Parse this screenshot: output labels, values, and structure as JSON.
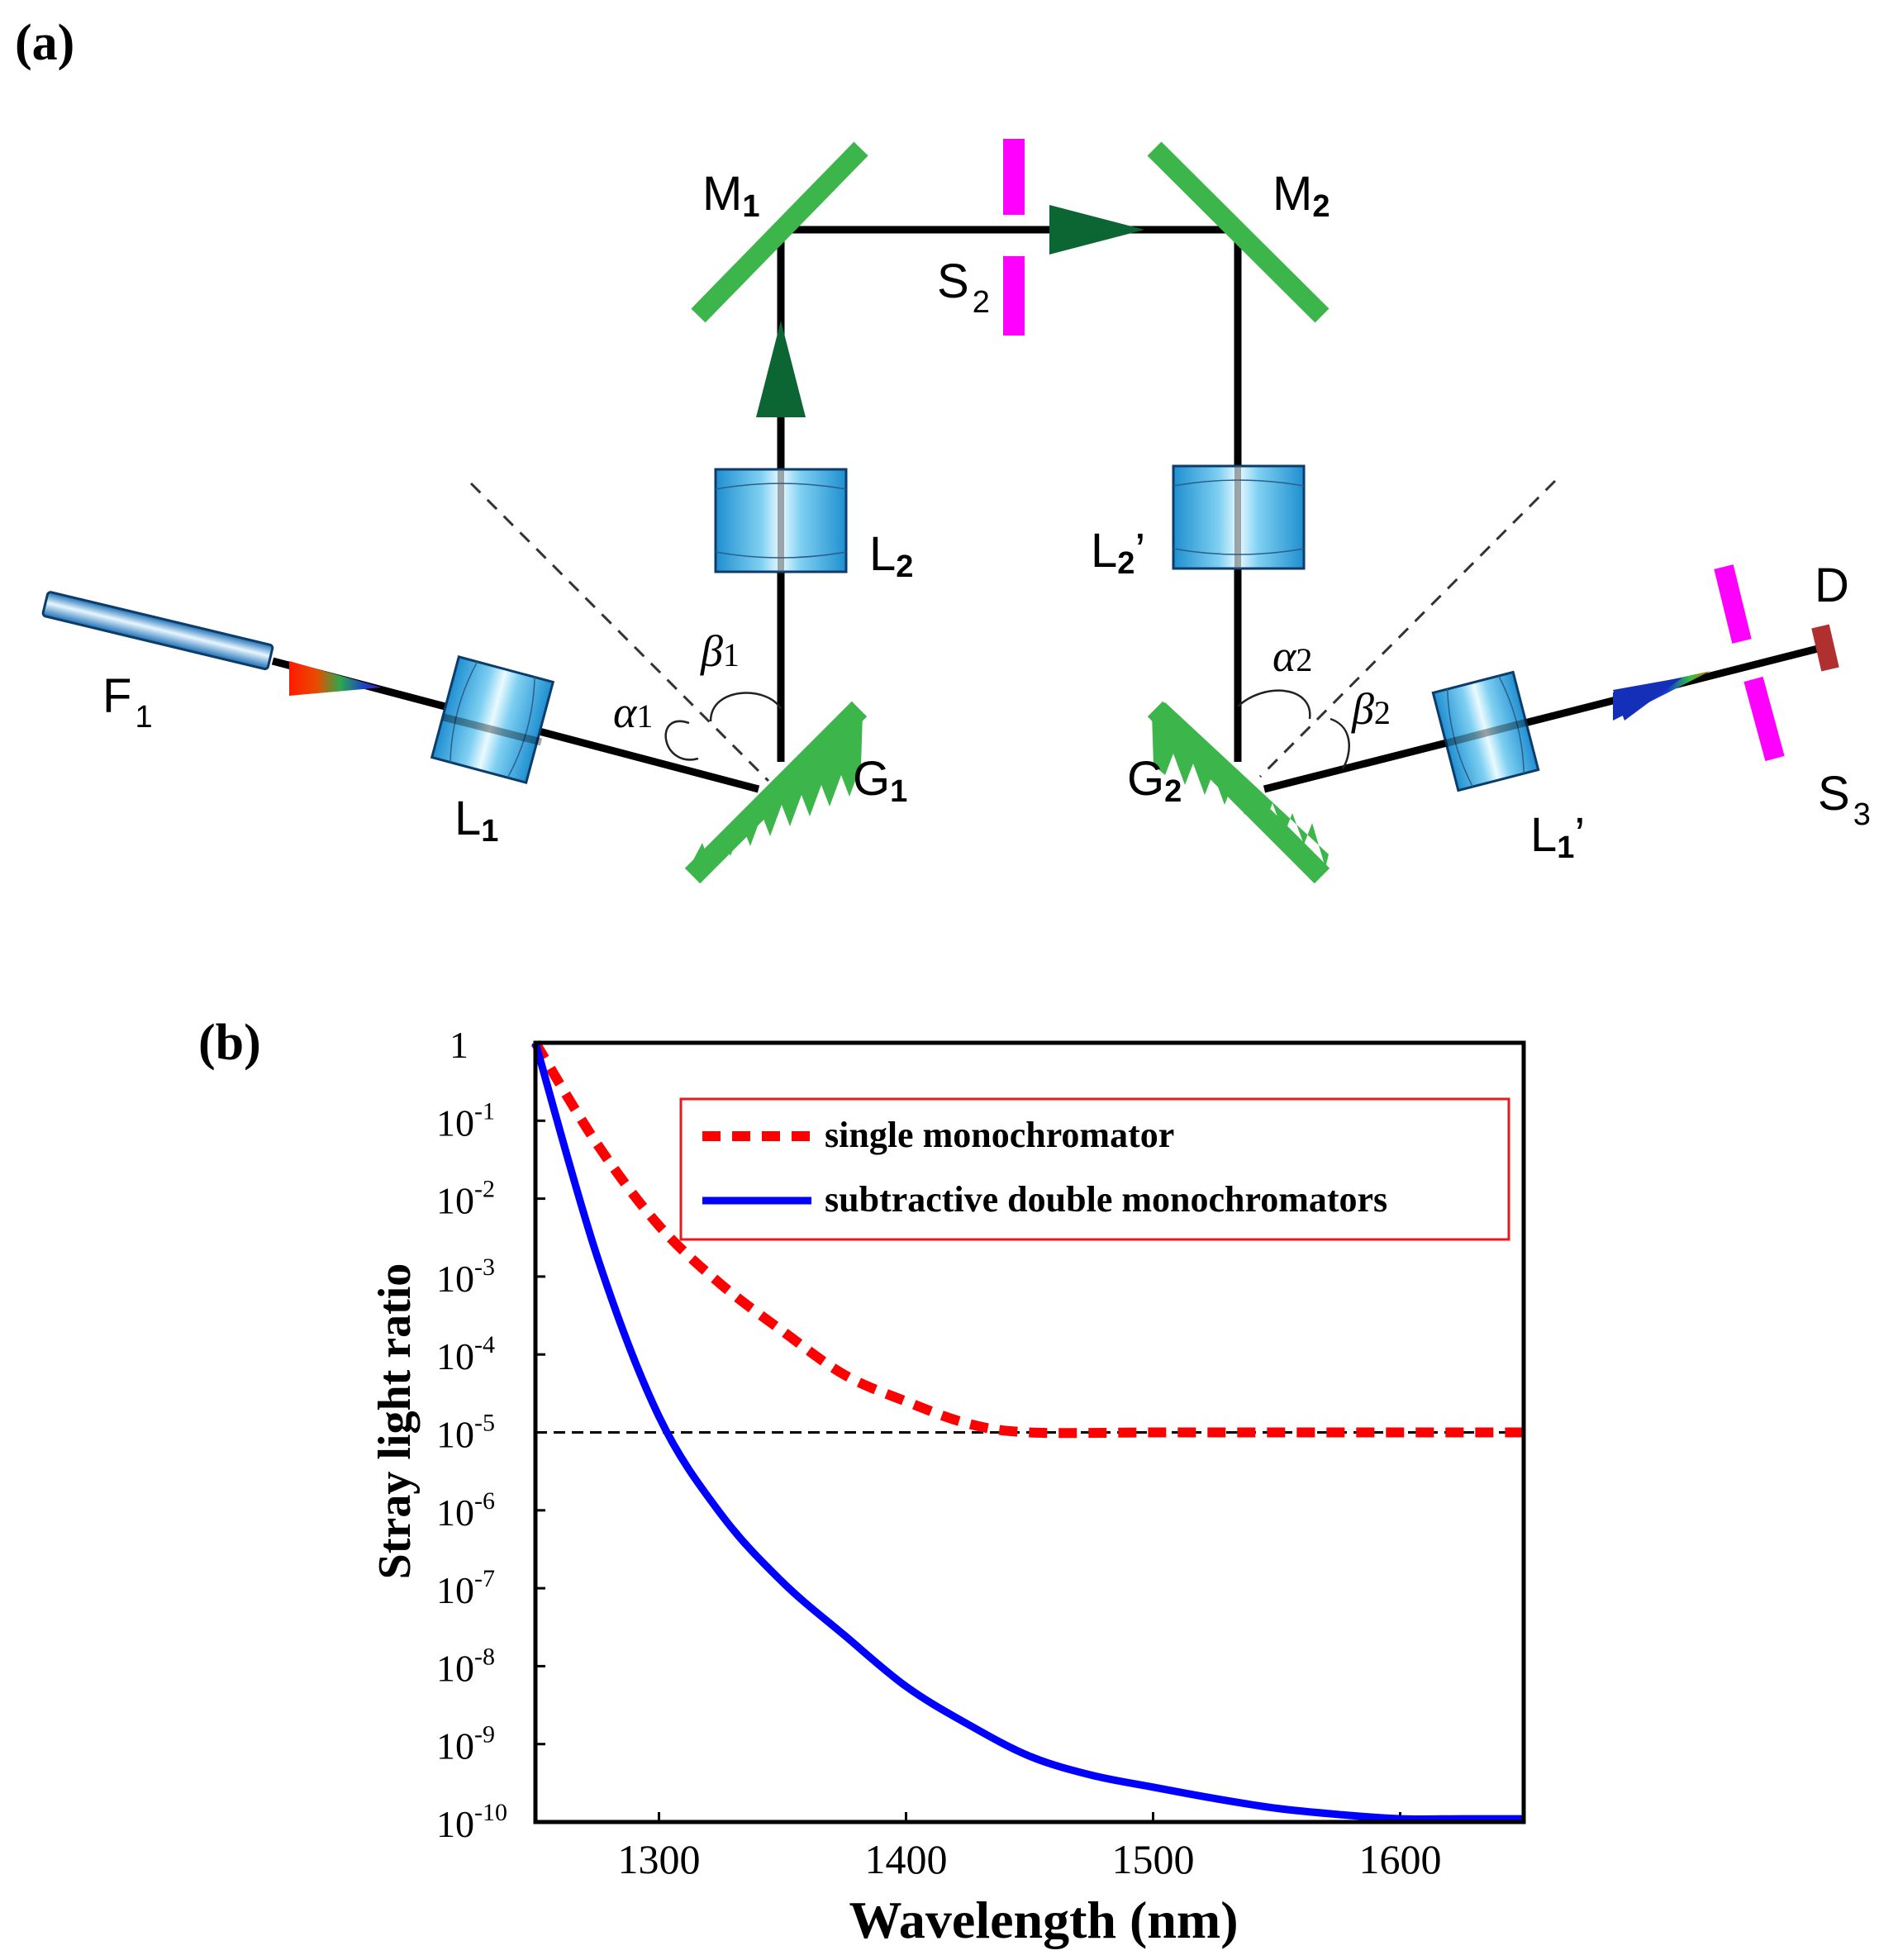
{
  "panel_a": {
    "label": "(a)",
    "components": {
      "F1": {
        "main": "F",
        "sub": "1"
      },
      "L1": {
        "main": "L",
        "sub": "1"
      },
      "G1": {
        "main": "G",
        "sub": "1"
      },
      "L2": {
        "main": "L",
        "sub": "2"
      },
      "M1": {
        "main": "M",
        "sub": "1"
      },
      "S2": {
        "main": "S",
        "sub": "2"
      },
      "M2": {
        "main": "M",
        "sub": "2"
      },
      "L2p": {
        "main": "L",
        "sub": "2",
        "suffix": "’"
      },
      "G2": {
        "main": "G",
        "sub": "2"
      },
      "L1p": {
        "main": "L",
        "sub": "1",
        "suffix": "’"
      },
      "S3": {
        "main": "S",
        "sub": "3"
      },
      "D": {
        "main": "D"
      },
      "alpha1": {
        "main": "α",
        "sub": "1"
      },
      "beta1": {
        "main": "β",
        "sub": "1"
      },
      "alpha2": {
        "main": "α",
        "sub": "2"
      },
      "beta2": {
        "main": "β",
        "sub": "2"
      }
    },
    "colors": {
      "grating_mirror": "#3cb54a",
      "slit": "#ff00ff",
      "lens": "#2aa6dc",
      "beam": "#000000",
      "arrow": "#0b6633",
      "detector": "#b03030"
    }
  },
  "panel_b": {
    "label": "(b)",
    "chart_data": {
      "type": "line",
      "xlabel": "Wavelength (nm)",
      "ylabel": "Stray light ratio",
      "xlim": [
        1250,
        1650
      ],
      "ylim_log10": [
        -10,
        0
      ],
      "x_ticks": [
        1300,
        1400,
        1500,
        1600
      ],
      "y_ticks": [
        {
          "base": "1",
          "exp": ""
        },
        {
          "base": "10",
          "exp": "-1"
        },
        {
          "base": "10",
          "exp": "-2"
        },
        {
          "base": "10",
          "exp": "-3"
        },
        {
          "base": "10",
          "exp": "-4"
        },
        {
          "base": "10",
          "exp": "-5"
        },
        {
          "base": "10",
          "exp": "-6"
        },
        {
          "base": "10",
          "exp": "-7"
        },
        {
          "base": "10",
          "exp": "-8"
        },
        {
          "base": "10",
          "exp": "-9"
        },
        {
          "base": "10",
          "exp": "-10"
        }
      ],
      "legend_position": "top-right",
      "reference_line_y": 1e-05,
      "series": [
        {
          "name": "single monochromator",
          "color": "#ff0000",
          "style": "dashed",
          "x": [
            1250,
            1275,
            1300,
            1325,
            1350,
            1375,
            1400,
            1425,
            1450,
            1500,
            1550,
            1600,
            1650
          ],
          "y": [
            1,
            0.05,
            0.0045,
            0.0008,
            0.0002,
            5.5e-05,
            2.5e-05,
            1.3e-05,
            1e-05,
            1e-05,
            1e-05,
            1e-05,
            1e-05
          ]
        },
        {
          "name": "subtractive double monochromators",
          "color": "#0000ff",
          "style": "solid",
          "x": [
            1250,
            1275,
            1300,
            1325,
            1350,
            1375,
            1400,
            1425,
            1450,
            1475,
            1500,
            1525,
            1550,
            1575,
            1600,
            1625,
            1650
          ],
          "y": [
            1,
            0.0018,
            1.6e-05,
            9e-07,
            1.2e-07,
            2.5e-08,
            5.5e-09,
            1.8e-09,
            7e-10,
            4e-10,
            2.8e-10,
            2e-10,
            1.5e-10,
            1.25e-10,
            1.1e-10,
            1.1e-10,
            1.1e-10
          ]
        }
      ]
    }
  }
}
